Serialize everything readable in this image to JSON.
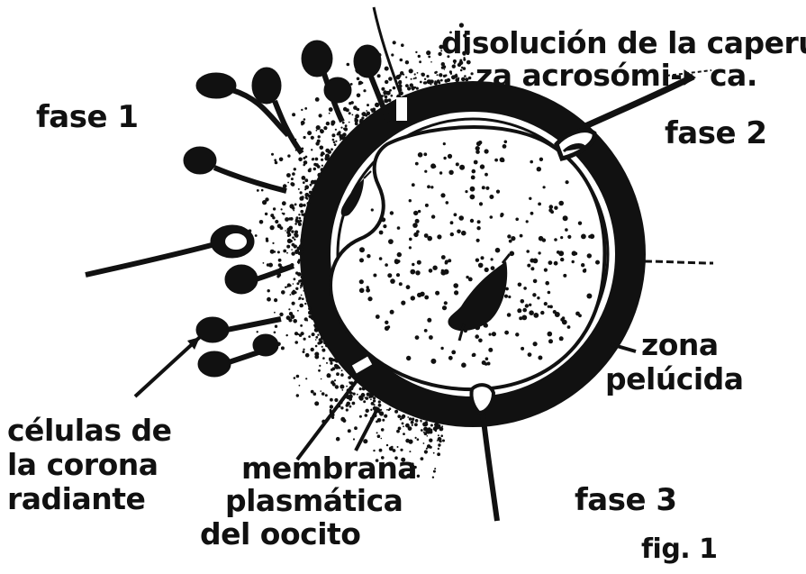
{
  "labels": {
    "fase1": "fase 1",
    "fase2": "fase 2",
    "fase3": "fase 3",
    "disolucion_line1": "disolución de la caperu-",
    "disolucion_line2": "za acrosómi-",
    "disolucion_line3": "ca.",
    "zona_line1": "zona",
    "zona_line2": "pelúcida",
    "celulas_line1": "células de",
    "celulas_line2": "la corona",
    "celulas_line3": "radiante",
    "membrana_line1": "membrana",
    "membrana_line2": "plasmática",
    "membrana_line3": "del oocito",
    "figure": "fig. 1"
  },
  "colors": {
    "ink": "#111111",
    "paper": "#ffffff"
  }
}
